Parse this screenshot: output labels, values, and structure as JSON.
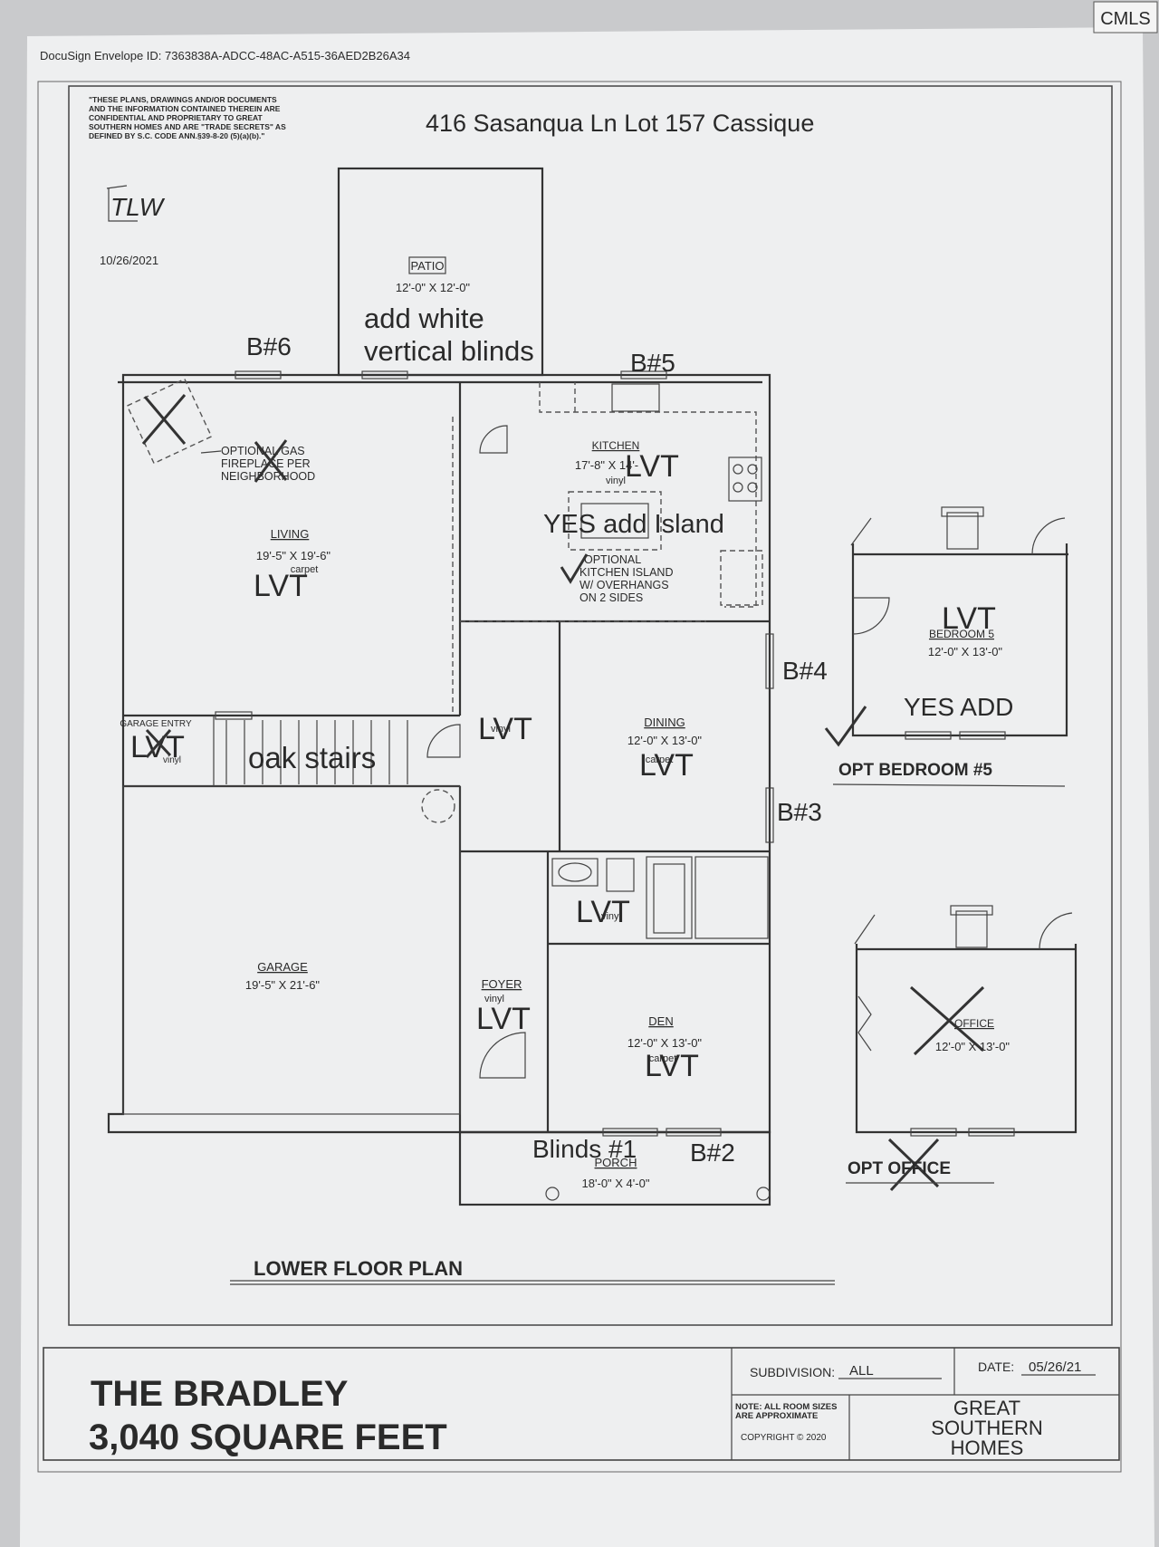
{
  "header": {
    "envelope_id": "DocuSign Envelope ID: 7363838A-ADCC-48AC-A515-36AED2B26A34",
    "confidential_notice": [
      "\"THESE PLANS, DRAWINGS AND/OR DOCUMENTS",
      "AND THE INFORMATION CONTAINED THEREIN ARE",
      "CONFIDENTIAL AND PROPRIETARY TO GREAT",
      "SOUTHERN HOMES AND ARE \"TRADE SECRETS\" AS",
      "DEFINED BY S.C. CODE ANN.§39-8-20 (5)(a)(b).\""
    ],
    "address": "416 Sasanqua Ln Lot 157 Cassique",
    "initials": "TLW",
    "signed_date": "10/26/2021",
    "cmls_logo": "CMLS"
  },
  "rooms": {
    "patio": {
      "name": "PATIO",
      "size": "12'-0\" X 12'-0\""
    },
    "living": {
      "name": "LIVING",
      "size": "19'-5\" X 19'-6\"",
      "floor": "carpet"
    },
    "kitchen": {
      "name": "KITCHEN",
      "size": "17'-8\" X 14'-",
      "floor": "vinyl"
    },
    "dining": {
      "name": "DINING",
      "size": "12'-0\" X 13'-0\"",
      "floor": "carpet"
    },
    "garage_entry": {
      "name": "GARAGE ENTRY",
      "floor": "vinyl"
    },
    "hall": {
      "floor": "vinyl"
    },
    "garage": {
      "name": "GARAGE",
      "size": "19'-5\" X 21'-6\""
    },
    "bath": {
      "floor": "vinyl"
    },
    "foyer": {
      "name": "FOYER",
      "floor": "vinyl"
    },
    "den": {
      "name": "DEN",
      "size": "12'-0\" X 13'-0\"",
      "floor": "carpet"
    },
    "porch": {
      "name": "PORCH",
      "size": "18'-0\" X 4'-0\""
    },
    "bedroom5": {
      "name": "BEDROOM 5",
      "size": "12'-0\" X 13'-0\""
    },
    "office": {
      "name": "OFFICE",
      "size": "12'-0\" X 13'-0\""
    }
  },
  "notes": {
    "fireplace": [
      "OPTIONAL GAS",
      "FIREPLACE PER",
      "NEIGHBORHOOD"
    ],
    "island": [
      "OPTIONAL",
      "KITCHEN ISLAND",
      "W/ OVERHANGS",
      "ON 2 SIDES"
    ]
  },
  "handwritten": {
    "blinds_patio": [
      "add white",
      "vertical blinds"
    ],
    "b6": "B#6",
    "b5": "B#5",
    "b4": "B#4",
    "b3": "B#3",
    "b2": "B#2",
    "blinds1": "Blinds #1",
    "lvt": "LVT",
    "island": "YES add Island",
    "stairs": "oak stairs",
    "yes_add": "YES ADD"
  },
  "captions": {
    "opt_bedroom": "OPT BEDROOM #5",
    "opt_office": "OPT OFFICE",
    "lower_floor": "LOWER FLOOR PLAN"
  },
  "title_block": {
    "name": "THE BRADLEY",
    "sqft": "3,040 SQUARE FEET",
    "subdivision_label": "SUBDIVISION:",
    "subdivision_value": "ALL",
    "date_label": "DATE:",
    "date_value": "05/26/21",
    "note": [
      "NOTE: ALL ROOM SIZES",
      "ARE APPROXIMATE"
    ],
    "copyright": "COPYRIGHT © 2020",
    "builder": [
      "GREAT",
      "SOUTHERN",
      "HOMES"
    ]
  }
}
